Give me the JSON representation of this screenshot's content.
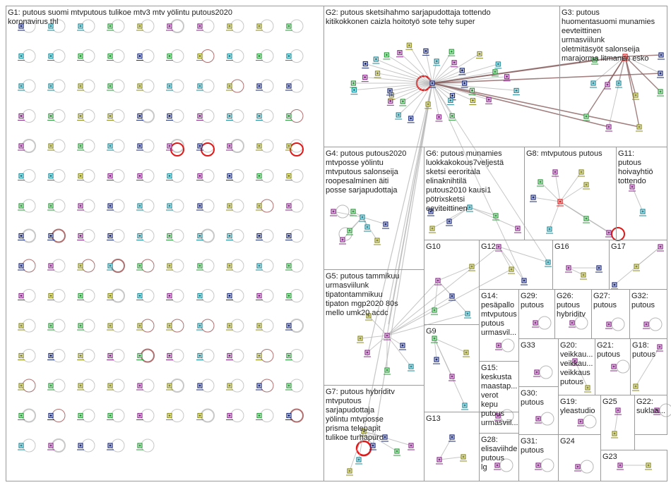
{
  "groups": [
    {
      "id": "G1",
      "label": "G1: putous suomi mtvputous tulikoe mtv3 mtv yölintu putous2020 koronavirus thl"
    },
    {
      "id": "G2",
      "label": "G2: putous sketsihahmo sarjapudottaja tottendo kitikokkonen caizla hoitotyö sote tehy super"
    },
    {
      "id": "G3",
      "label": "G3: putous huomentasuomi munamies eevteittinen urmasviilunk oletmitäsyöt salonseija marajorma litmanen esko"
    },
    {
      "id": "G4",
      "label": "G4: putous putous2020 mtvposse yölintu mtvputous salonseija roopesalminen äiti posse sarjapudottaja"
    },
    {
      "id": "G5",
      "label": "G5: putous tammikuu urmasviilunk tipatontammikuu tipaton mgp2020 80s mello umk20 acdc"
    },
    {
      "id": "G6",
      "label": "G6: putous munamies luokkakokous7veljestä sketsi eeroritala elinaknihtilä putous2010 kausi1 pötrixsketsi eeviteittinen"
    },
    {
      "id": "G7",
      "label": "G7: putous hybriditv mtvputous sarjapudottaja yölintu mtvposse prisma telepapit tulikoe turhapuro"
    },
    {
      "id": "G8",
      "label": "G8: mtvputous putous"
    },
    {
      "id": "G9",
      "label": "G9"
    },
    {
      "id": "G10",
      "label": "G10"
    },
    {
      "id": "G11",
      "label": "G11: putous hoivayhtiö tottendo"
    },
    {
      "id": "G12",
      "label": "G12"
    },
    {
      "id": "G13",
      "label": "G13"
    },
    {
      "id": "G14",
      "label": "G14: pesäpallo mtvputous putous urmasvil..."
    },
    {
      "id": "G15",
      "label": "G15: keskusta maastap... verot kepu putous urmasviil..."
    },
    {
      "id": "G16",
      "label": "G16"
    },
    {
      "id": "G17",
      "label": "G17"
    },
    {
      "id": "G18",
      "label": "G18: putous"
    },
    {
      "id": "G19",
      "label": "G19: yleastudio"
    },
    {
      "id": "G20",
      "label": "G20: veikkau... veikkau... veikkaus putous"
    },
    {
      "id": "G21",
      "label": "G21: putous"
    },
    {
      "id": "G22",
      "label": "G22: suklaa..."
    },
    {
      "id": "G23",
      "label": "G23"
    },
    {
      "id": "G24",
      "label": "G24"
    },
    {
      "id": "G25",
      "label": "G25"
    },
    {
      "id": "G26",
      "label": "G26: putous hybriditv"
    },
    {
      "id": "G27",
      "label": "G27: putous"
    },
    {
      "id": "G28",
      "label": "G28: elisaviihde putous lg"
    },
    {
      "id": "G29",
      "label": "G29: putous"
    },
    {
      "id": "G30",
      "label": "G30: putous"
    },
    {
      "id": "G31",
      "label": "G31: putous"
    },
    {
      "id": "G32",
      "label": "G32: putous"
    },
    {
      "id": "G33",
      "label": "G33"
    }
  ],
  "colors": {
    "frame": "#9a9a9a",
    "edge_light": "#b8b8b8",
    "edge_dark": "#8a6060",
    "self_loop_red": "#e01818",
    "node_navy": "#1a2a7a",
    "node_teal": "#1a8a9a",
    "node_green": "#2a9a3a",
    "node_purple": "#8a2a8a",
    "node_olive": "#8a8a1a"
  }
}
